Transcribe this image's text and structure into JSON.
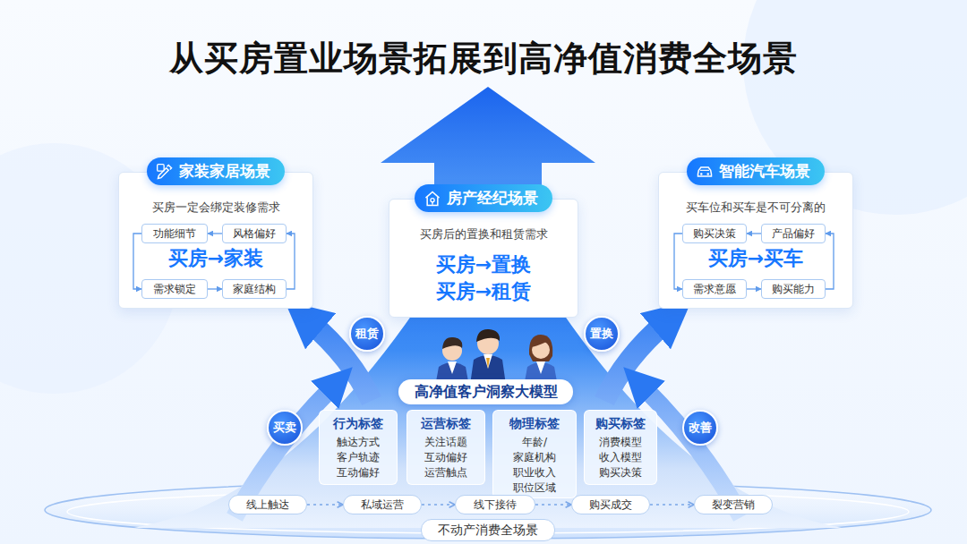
{
  "diagram": {
    "title": "从买房置业场景拓展到高净值消费全场景",
    "nodes": [
      {
        "text": [
          "家装家居场景",
          "买房一定会绑定装修需求",
          "买房→家装"
        ]
      },
      {
        "text": [
          "功能细节"
        ],
        "in": 0
      },
      {
        "text": [
          "风格偏好"
        ],
        "in": 0
      },
      {
        "text": [
          "需求锁定"
        ],
        "in": 0
      },
      {
        "text": [
          "家庭结构"
        ],
        "in": 0
      },
      {
        "text": [
          "房产经纪场景",
          "买房后的置换和租赁需求",
          "买房→置换",
          "买房→租赁"
        ]
      },
      {
        "text": [
          "智能汽车场景",
          "买车位和买车是不可分离的",
          "买房→买车"
        ]
      },
      {
        "text": [
          "购买决策"
        ],
        "in": 6
      },
      {
        "text": [
          "产品偏好"
        ],
        "in": 6
      },
      {
        "text": [
          "需求意愿"
        ],
        "in": 6
      },
      {
        "text": [
          "购买能力"
        ],
        "in": 6
      },
      {
        "text": [
          "租赁"
        ]
      },
      {
        "text": [
          "置换"
        ]
      },
      {
        "text": [
          "买卖"
        ]
      },
      {
        "text": [
          "改善"
        ]
      },
      {
        "text": [
          "高净值客户洞察大模型"
        ]
      },
      {
        "text": [
          "行为标签",
          "触达方式 客户轨迹 互动偏好"
        ]
      },
      {
        "text": [
          "运营标签",
          "关注话题 互动偏好 运营触点"
        ]
      },
      {
        "text": [
          "物理标签",
          "年龄/家庭机构 职业收入 职位区域"
        ]
      },
      {
        "text": [
          "购买标签",
          "消费模型 收入模型 购买决策"
        ]
      },
      {
        "text": [
          "线上触达"
        ]
      },
      {
        "text": [
          "私域运营"
        ]
      },
      {
        "text": [
          "线下接待"
        ]
      },
      {
        "text": [
          "购买成交"
        ]
      },
      {
        "text": [
          "裂变营销"
        ]
      },
      {
        "text": [
          "不动产消费全场景"
        ]
      }
    ],
    "edges": [
      {
        "from": 2,
        "to": 1,
        "arrow": "to"
      },
      {
        "from": 1,
        "to": 3,
        "arrow": "to"
      },
      {
        "from": 3,
        "to": 4,
        "arrow": "to"
      },
      {
        "from": 4,
        "to": 2,
        "arrow": "to"
      },
      {
        "from": 8,
        "to": 7,
        "arrow": "to"
      },
      {
        "from": 7,
        "to": 9,
        "arrow": "to"
      },
      {
        "from": 9,
        "to": 10,
        "arrow": "to"
      },
      {
        "from": 10,
        "to": 8,
        "arrow": "to"
      },
      {
        "from": 20,
        "to": 21,
        "arrow": "to"
      },
      {
        "from": 21,
        "to": 22,
        "arrow": "to"
      },
      {
        "from": 22,
        "to": 23,
        "arrow": "to"
      },
      {
        "from": 23,
        "to": 24,
        "arrow": "to"
      }
    ]
  }
}
